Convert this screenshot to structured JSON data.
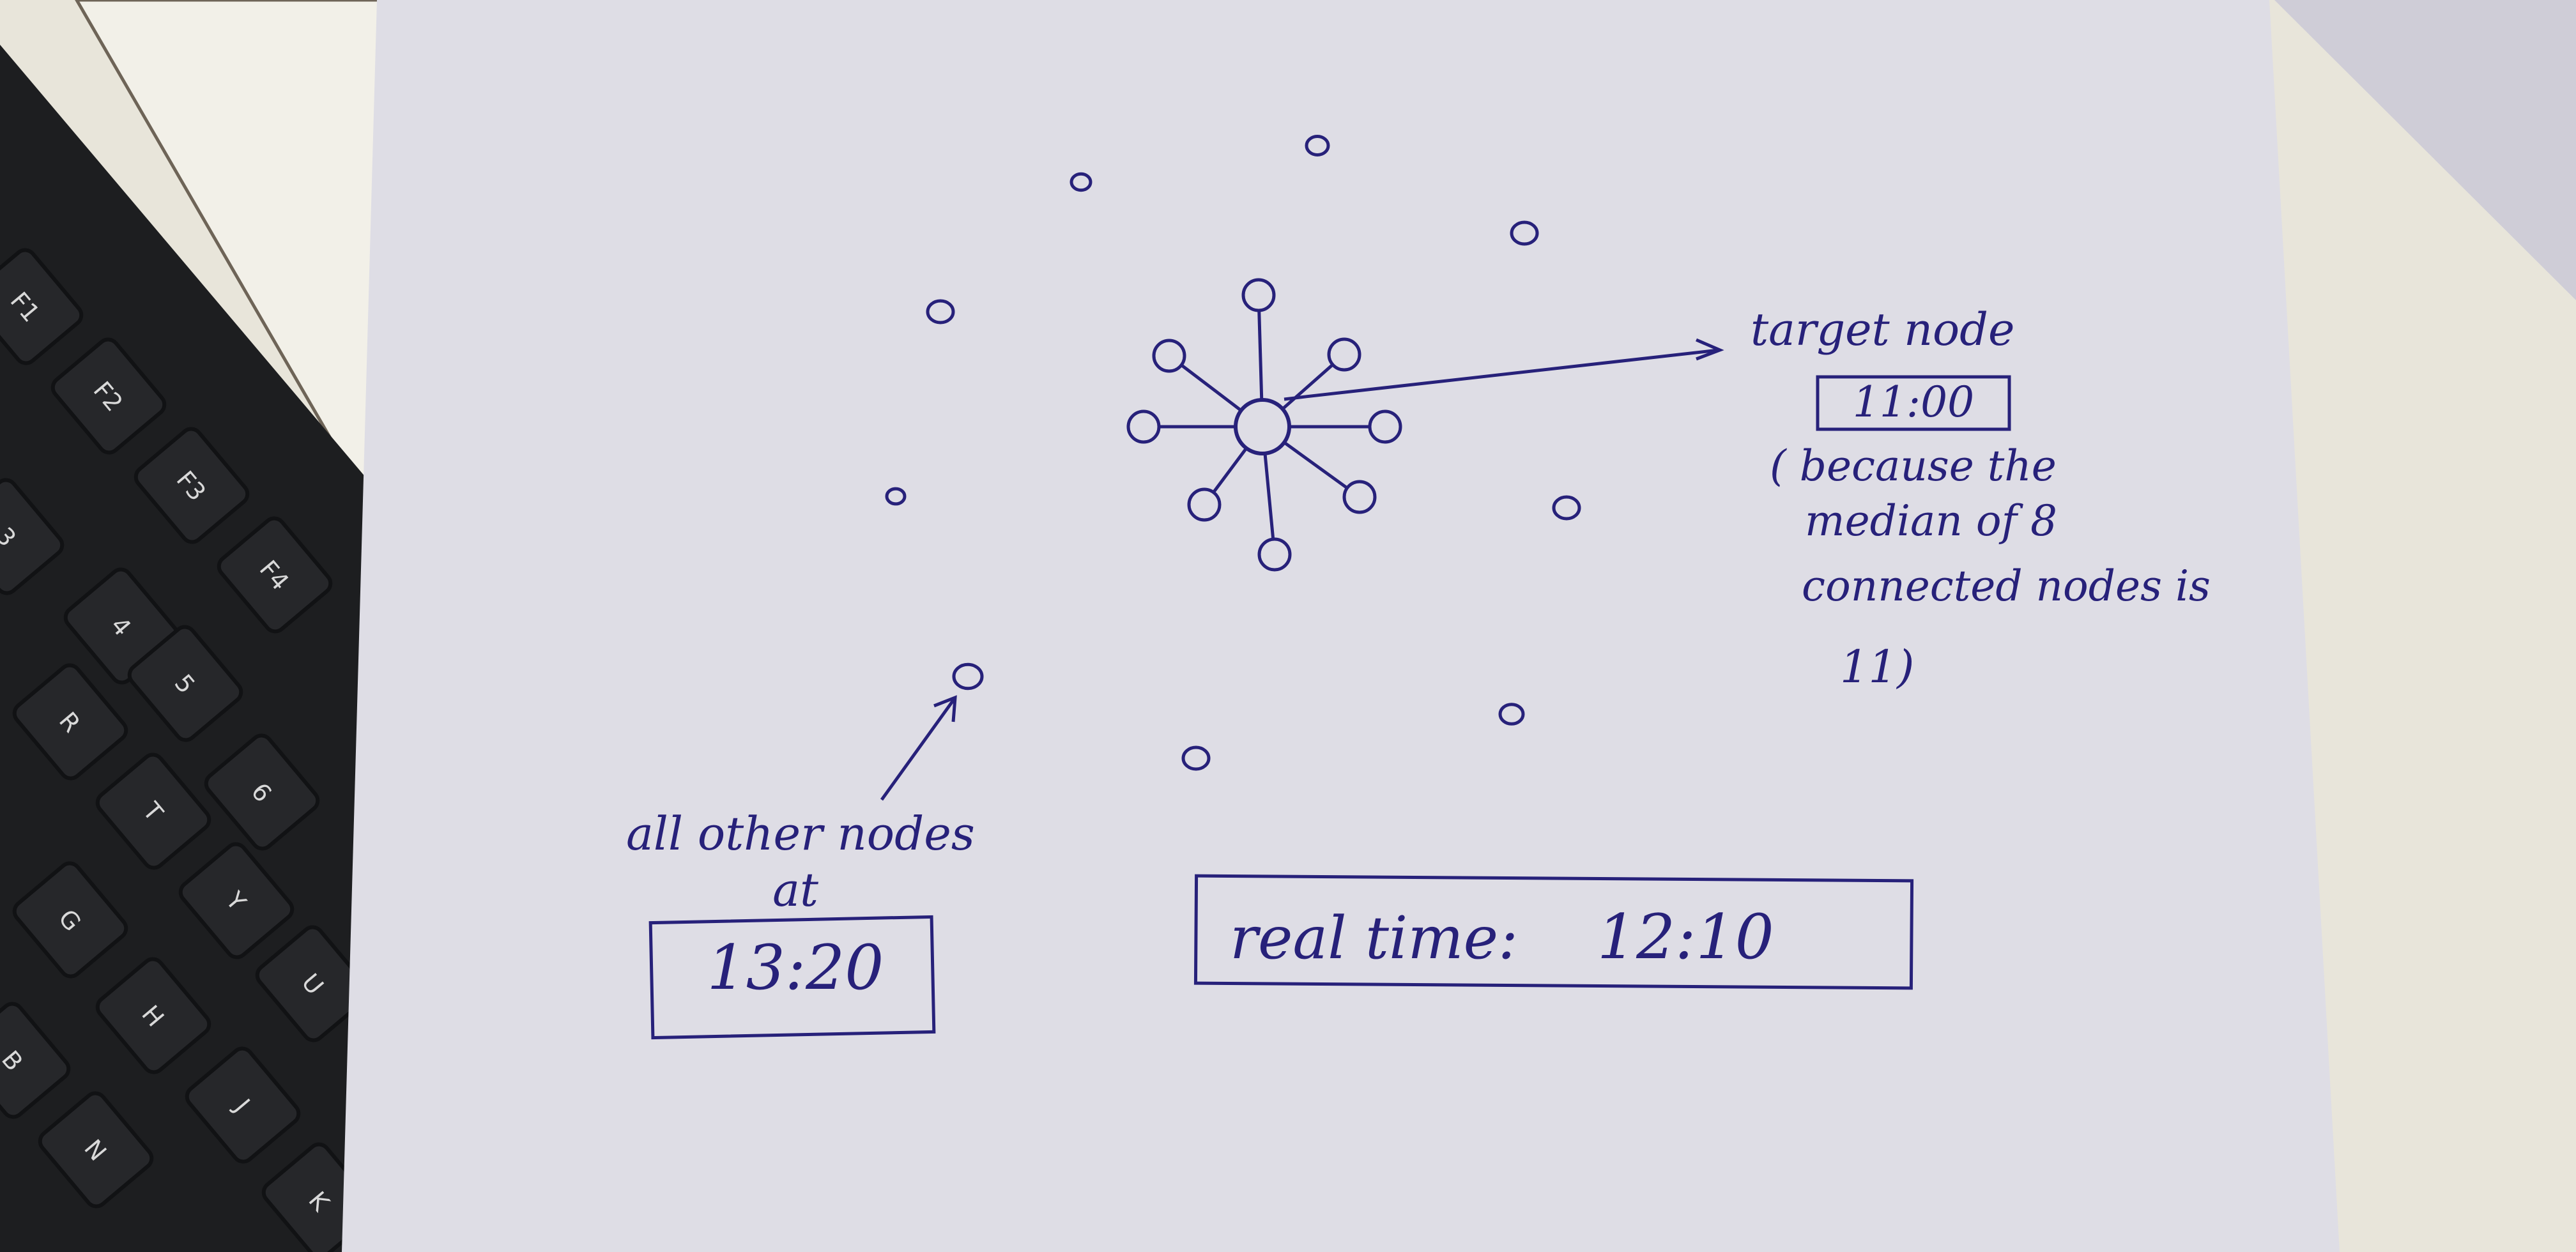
{
  "diagram": {
    "target_label": "target node",
    "target_time": "11:00",
    "explanation_lines": [
      "( because the",
      "median of 8",
      "connected nodes is",
      "11)"
    ],
    "others_label_lines": [
      "all other nodes",
      "at"
    ],
    "others_time": "13:20",
    "real_time_label": "real time:",
    "real_time_value": "12:10"
  },
  "keyboard_keys": [
    "F1",
    "F2",
    "F3",
    "F4",
    "3",
    "4",
    "5",
    "6",
    "R",
    "T",
    "Y",
    "U",
    "G",
    "H",
    "J",
    "B",
    "N",
    "K"
  ],
  "colors": {
    "ink": "#27217a",
    "paper": "#dedde5",
    "desk": "#e9e6dc",
    "keyboard": "#1d1e20"
  }
}
